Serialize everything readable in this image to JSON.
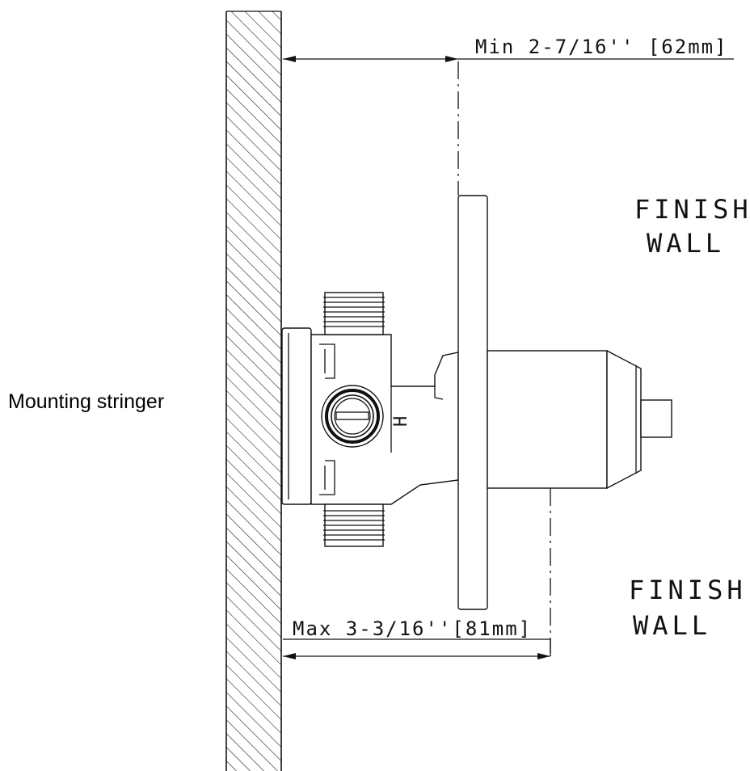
{
  "labels": {
    "min_dimension": "Min 2-7/16'' [62mm]",
    "max_dimension": "Max 3-3/16''[81mm]",
    "finish_wall_upper_line1": "FINISH",
    "finish_wall_upper_line2": "WALL",
    "finish_wall_lower_line1": "FINISH",
    "finish_wall_lower_line2": "WALL",
    "mounting_stringer": "Mounting stringer",
    "hot_mark": "H"
  }
}
